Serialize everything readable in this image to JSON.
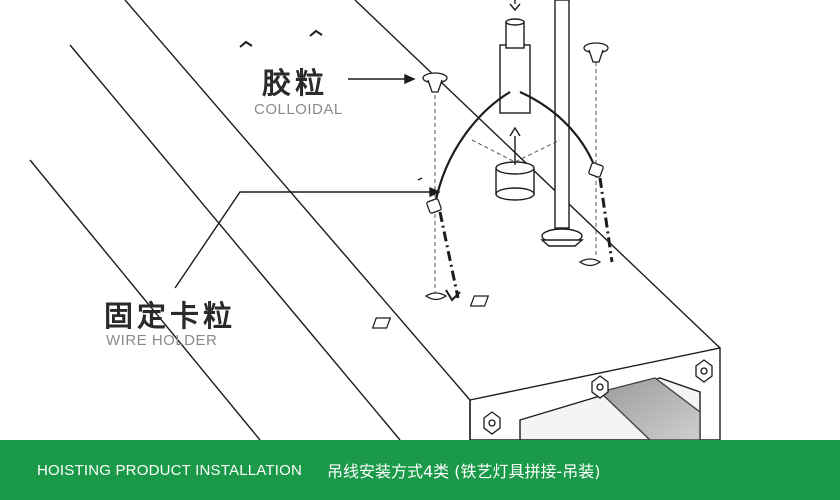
{
  "labels": {
    "colloidal_cn": "胶粒",
    "colloidal_en": "COLLOIDAL",
    "holder_cn": "固定卡粒",
    "holder_en": "WIRE HOLDER"
  },
  "footer": {
    "title_en": "HOISTING PRODUCT INSTALLATION",
    "title_cn": "吊线安装方式4类 (铁艺灯具拼接-吊装)"
  },
  "colors": {
    "footer_bg": "#1a9a48",
    "line": "#1c1c1c",
    "label_cn": "#2a2a2a",
    "label_en": "#8a8a8a"
  },
  "icons": [
    "colloidal-plug-icon",
    "wire-holder-icon",
    "hex-bolt-icon"
  ]
}
